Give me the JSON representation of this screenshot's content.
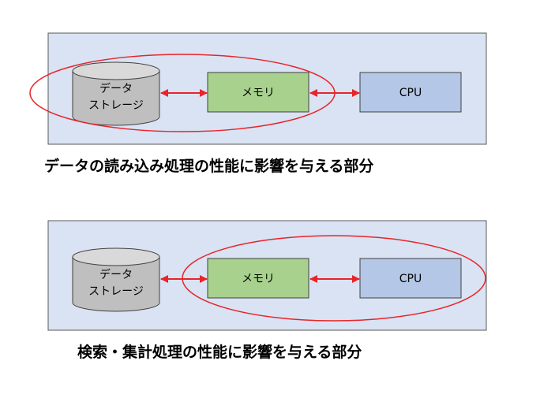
{
  "diagrams": [
    {
      "storage_label_line1": "データ",
      "storage_label_line2": "ストレージ",
      "memory_label": "メモリ",
      "cpu_label": "CPU",
      "caption": "データの読み込み処理の性能に影響を与える部分",
      "highlight": "storage-memory"
    },
    {
      "storage_label_line1": "データ",
      "storage_label_line2": "ストレージ",
      "memory_label": "メモリ",
      "cpu_label": "CPU",
      "caption": "検索・集計処理の性能に影響を与える部分",
      "highlight": "memory-cpu"
    }
  ],
  "colors": {
    "panel_fill": "#d9e3f3",
    "panel_border": "#595959",
    "storage_fill": "#bfbfbf",
    "storage_top": "#d9d9d9",
    "memory_fill": "#a9d18e",
    "cpu_fill": "#b4c7e7",
    "arrow": "#e8242a",
    "ellipse": "#e8242a"
  }
}
